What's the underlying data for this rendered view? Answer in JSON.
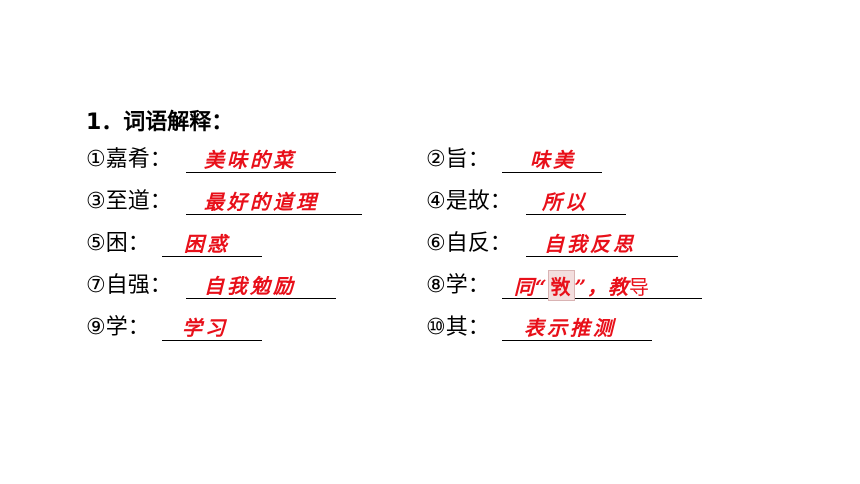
{
  "title": "1．词语解释：",
  "items": [
    {
      "label": "①嘉肴：",
      "answer": "美味的菜"
    },
    {
      "label": "②旨：",
      "answer": "味美"
    },
    {
      "label": "③至道：",
      "answer": "最好的道理"
    },
    {
      "label": "④是故：",
      "answer": "所以"
    },
    {
      "label": "⑤困：",
      "answer": "困惑"
    },
    {
      "label": "⑥自反：",
      "answer": "自我反思"
    },
    {
      "label": "⑦自强：",
      "answer": "自我勉励"
    },
    {
      "label": "⑧学：",
      "answer_prefix": "同“",
      "answer_boxed": "敩",
      "answer_suffix": "”，教",
      "answer_tail": "导"
    },
    {
      "label": "⑨学：",
      "answer": "学习"
    },
    {
      "label": "⑩其：",
      "answer": "表示推测"
    }
  ]
}
